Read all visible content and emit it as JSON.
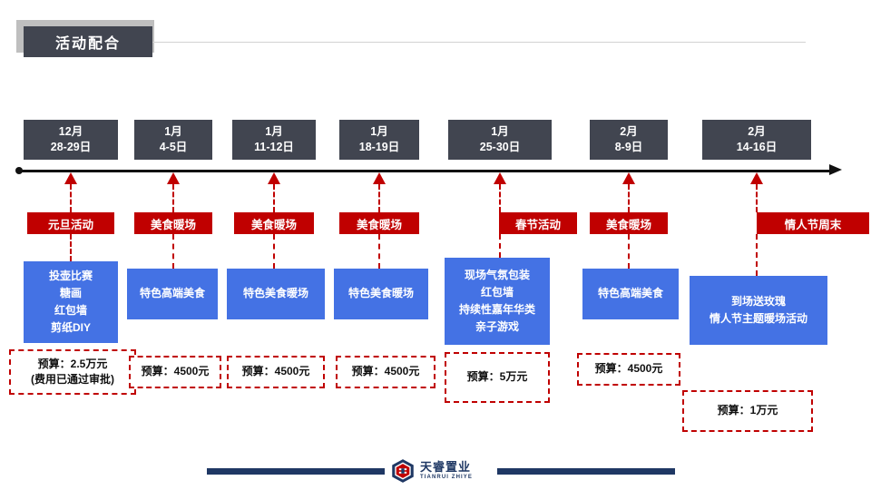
{
  "slide": {
    "title": "活动配合",
    "colors": {
      "title_box": "#414550",
      "title_shadow": "#bfbfbf",
      "date_box": "#414550",
      "event_label": "#C00000",
      "content_box": "#4472E4",
      "budget_border": "#C00000",
      "axis": "#111111",
      "footer_bar": "#1F3864"
    }
  },
  "timeline": {
    "columns": [
      {
        "date_month": "12月",
        "date_days": "28-29日",
        "event": "元旦活动",
        "content_lines": [
          "投壶比赛",
          "糖画",
          "红包墙",
          "剪纸DIY"
        ],
        "budget_lines": [
          "预算：2.5万元",
          "(费用已通过审批)"
        ]
      },
      {
        "date_month": "1月",
        "date_days": "4-5日",
        "event": "美食暖场",
        "content_lines": [
          "特色高端美食"
        ],
        "budget_lines": [
          "预算：4500元"
        ]
      },
      {
        "date_month": "1月",
        "date_days": "11-12日",
        "event": "美食暖场",
        "content_lines": [
          "特色美食暖场"
        ],
        "budget_lines": [
          "预算：4500元"
        ]
      },
      {
        "date_month": "1月",
        "date_days": "18-19日",
        "event": "美食暖场",
        "content_lines": [
          "特色美食暖场"
        ],
        "budget_lines": [
          "预算：4500元"
        ]
      },
      {
        "date_month": "1月",
        "date_days": "25-30日",
        "event": "春节活动",
        "content_lines": [
          "现场气氛包装",
          "红包墙",
          "持续性嘉年华类",
          "亲子游戏"
        ],
        "budget_lines": [
          "预算：5万元"
        ]
      },
      {
        "date_month": "2月",
        "date_days": "8-9日",
        "event": "美食暖场",
        "content_lines": [
          "特色高端美食"
        ],
        "budget_lines": [
          "预算：4500元"
        ]
      },
      {
        "date_month": "2月",
        "date_days": "14-16日",
        "event": "情人节周末",
        "content_lines": [
          "到场送玫瑰",
          "情人节主题暖场活动"
        ],
        "budget_lines": [
          "预算：1万元"
        ]
      }
    ]
  },
  "footer": {
    "logo_cn": "天睿置业",
    "logo_en": "TIANRUI ZHIYE"
  }
}
